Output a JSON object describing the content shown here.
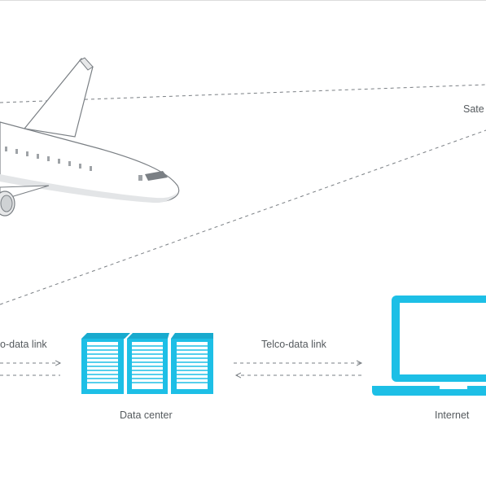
{
  "diagram": {
    "labels": {
      "left_link": "o-data link",
      "right_link": "Telco-data link",
      "data_center": "Data center",
      "internet": "Internet",
      "satellite": "Sate"
    },
    "colors": {
      "device_blue": "#1dbfe6",
      "line_gray": "#7a7f84",
      "text_gray": "#555a5e"
    },
    "icons": [
      "airplane-icon",
      "server-rack-icon",
      "laptop-icon"
    ]
  }
}
